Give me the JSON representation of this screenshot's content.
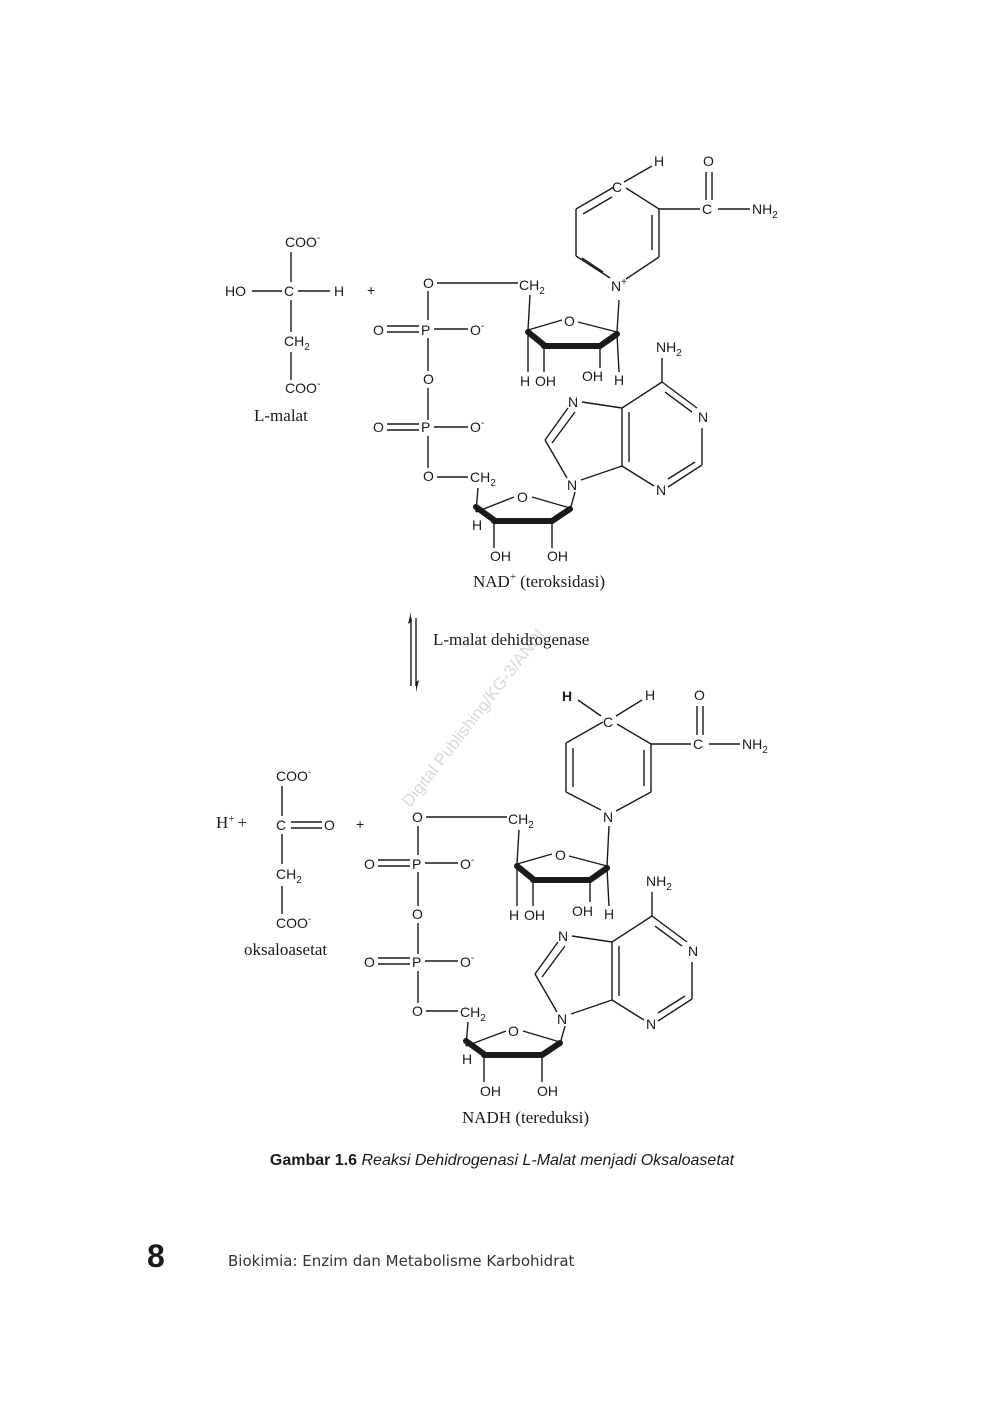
{
  "reaction": {
    "substrate": {
      "name": "L-malat",
      "coo_top": "COO",
      "coo_charge": "-",
      "ho": "HO",
      "c": "C",
      "h": "H",
      "ch2": "CH",
      "sub2": "2",
      "coo_bottom": "COO"
    },
    "plus": "+",
    "oxidized_label": "NAD",
    "oxidized_charge": "+",
    "oxidized_state": "(teroksidasi)",
    "enzyme": "L-malat dehidrogenase",
    "product": {
      "name": "oksaloasetat",
      "h_plus": "H",
      "h_charge": "+",
      "plus": "+",
      "coo_top": "COO",
      "coo_charge": "-",
      "c": "C",
      "o": "O",
      "ch2": "CH",
      "sub2": "2",
      "coo_bottom": "COO"
    },
    "reduced_label": "NADH (tereduksi)"
  },
  "atoms": {
    "O": "O",
    "P": "P",
    "C": "C",
    "H": "H",
    "N": "N",
    "Nplus": "N",
    "plus": "+",
    "minus": "-",
    "NH": "NH",
    "sub2": "2",
    "CH": "CH",
    "OH": "OH"
  },
  "watermark": "Digital Publishing/KG-3/ANDI",
  "caption": {
    "label": "Gambar 1.6",
    "text": "Reaksi Dehidrogenasi L-Malat menjadi Oksaloasetat"
  },
  "footer": {
    "page_number": "8",
    "title": "Biokimia: Enzim dan Metabolisme Karbohidrat"
  }
}
